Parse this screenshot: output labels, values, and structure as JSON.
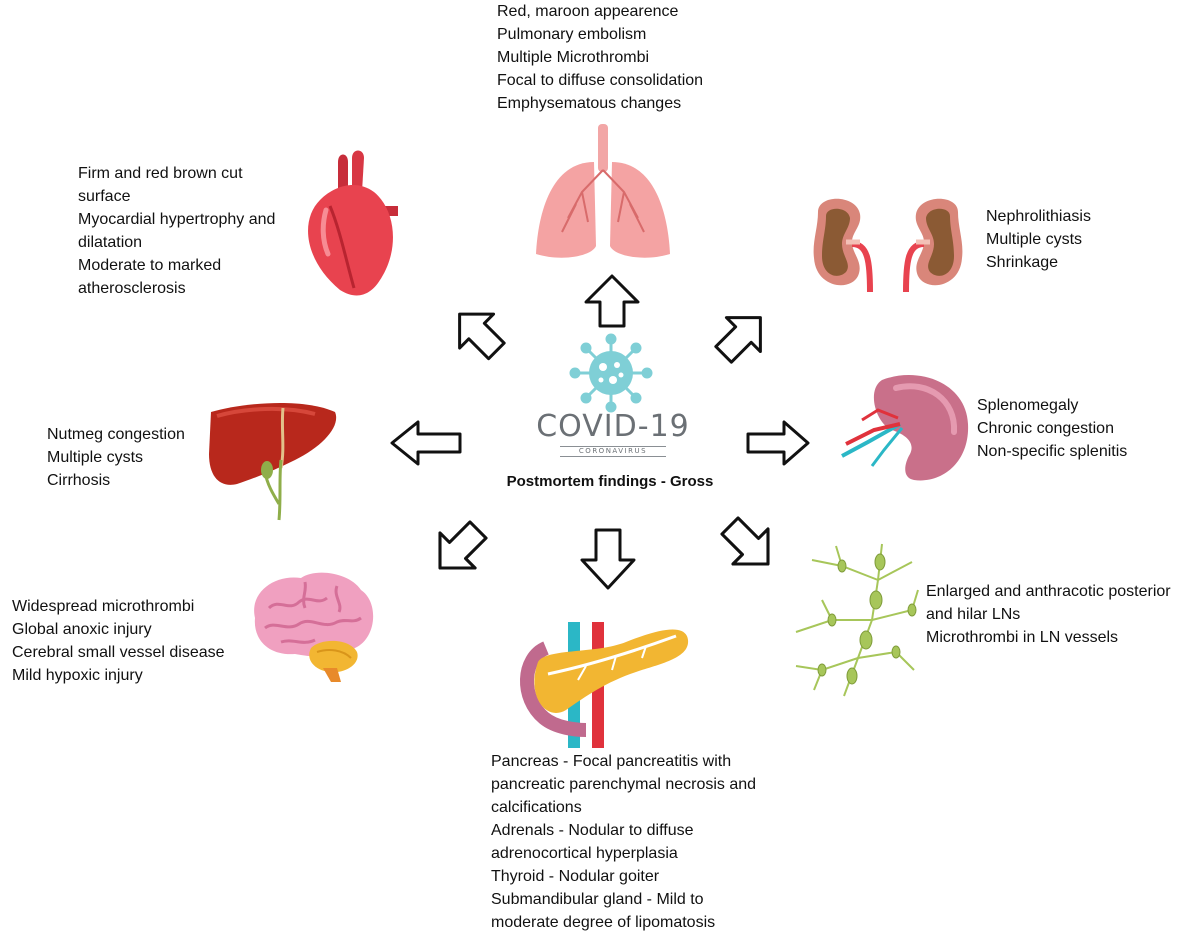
{
  "center": {
    "logo_text": "COVID-19",
    "logo_subtext": "CORONAVIRUS",
    "title": "Postmortem findings - Gross"
  },
  "organs": {
    "lungs": {
      "icon": "lungs-icon",
      "findings": [
        "Red, maroon appearence",
        "Pulmonary embolism",
        "Multiple Microthrombi",
        "Focal to diffuse consolidation",
        "Emphysematous changes"
      ]
    },
    "heart": {
      "icon": "heart-icon",
      "findings": [
        "Firm and red brown cut",
        "surface",
        "Myocardial hypertrophy and",
        "dilatation",
        "Moderate to marked",
        "atherosclerosis"
      ]
    },
    "kidneys": {
      "icon": "kidneys-icon",
      "findings": [
        "Nephrolithiasis",
        "Multiple cysts",
        "Shrinkage"
      ]
    },
    "liver": {
      "icon": "liver-icon",
      "findings": [
        "Nutmeg congestion",
        "Multiple cysts",
        "Cirrhosis"
      ]
    },
    "spleen": {
      "icon": "spleen-icon",
      "findings": [
        "Splenomegaly",
        "Chronic congestion",
        "Non-specific splenitis"
      ]
    },
    "brain": {
      "icon": "brain-icon",
      "findings": [
        "Widespread microthrombi",
        "Global anoxic injury",
        "Cerebral small vessel disease",
        "Mild hypoxic injury"
      ]
    },
    "pancreas": {
      "icon": "pancreas-icon",
      "findings": [
        "Pancreas - Focal pancreatitis with",
        "pancreatic parenchymal necrosis and",
        "calcifications",
        "Adrenals - Nodular to diffuse",
        "adrenocortical hyperplasia",
        "Thyroid - Nodular goiter",
        "Submandibular gland - Mild to",
        "moderate degree of lipomatosis"
      ]
    },
    "lymph_nodes": {
      "icon": "lymph-nodes-icon",
      "findings": [
        "Enlarged and anthracotic posterior",
        "and hilar LNs",
        "Microthrombi in LN vessels"
      ]
    }
  },
  "colors": {
    "virus": "#7fcfd6",
    "covid_text": "#6b7075",
    "lung": "#f4a3a3",
    "heart": "#e8434f",
    "kidney": "#d9867a",
    "liver": "#b8281c",
    "spleen": "#c9708a",
    "brain": "#f0a0c0",
    "pancreas": "#f2b632",
    "lymph": "#a7c65a"
  }
}
